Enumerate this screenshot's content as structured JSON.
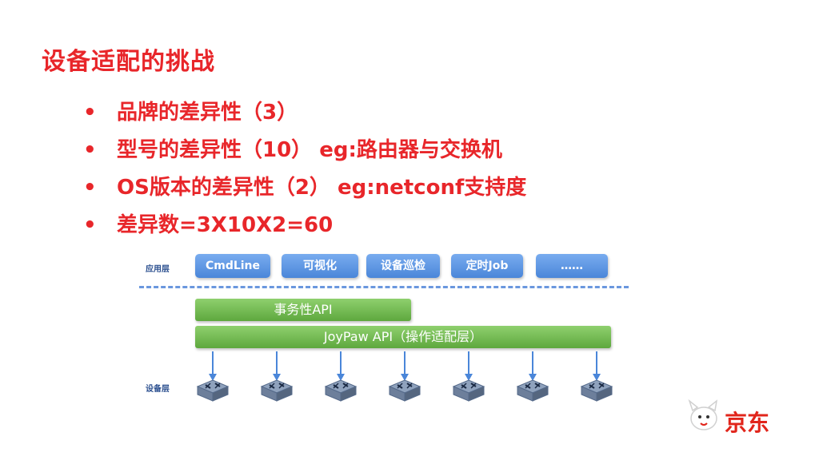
{
  "title": "设备适配的挑战",
  "bullet_symbol": "•",
  "bullets": [
    "品牌的差异性（3）",
    "型号的差异性（10） eg:路由器与交换机",
    "OS版本的差异性（2） eg:netconf支持度",
    "差异数=3X10X2=60"
  ],
  "diagram": {
    "app_layer_label": "应用层",
    "device_layer_label": "设备层",
    "app_boxes": [
      "CmdLine",
      "可视化",
      "设备巡检",
      "定时Job",
      "……"
    ],
    "transaction_api": "事务性API",
    "joypaw_api": "JoyPaw API（操作适配层）",
    "device_count": 7,
    "colors": {
      "app_box": "#5a95e3",
      "api_bar": "#6cb84a",
      "divider": "#6a97de",
      "arrow": "#4a86d9"
    }
  },
  "logo": {
    "text": "京东",
    "color": "#e1251b"
  },
  "colors": {
    "title": "#e8262a",
    "text": "#e8262a"
  }
}
